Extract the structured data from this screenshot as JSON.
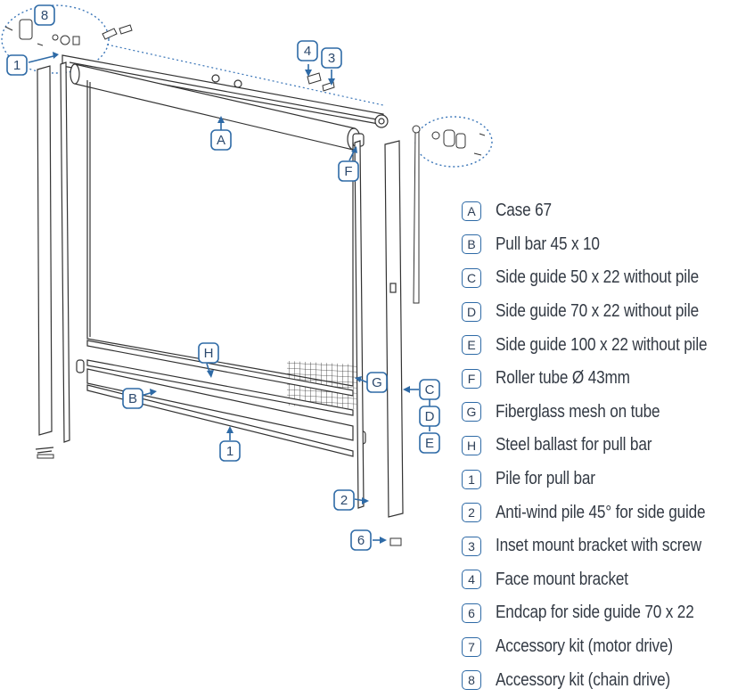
{
  "callouts": {
    "A": "A",
    "B": "B",
    "C": "C",
    "D": "D",
    "E": "E",
    "F": "F",
    "G": "G",
    "H": "H",
    "n1": "1",
    "n2": "2",
    "n3": "3",
    "n4": "4",
    "n6": "6",
    "n8": "8"
  },
  "legend": [
    {
      "key": "A",
      "label": "Case 67"
    },
    {
      "key": "B",
      "label": "Pull bar 45 x 10"
    },
    {
      "key": "C",
      "label": "Side guide 50 x 22 without pile"
    },
    {
      "key": "D",
      "label": "Side guide 70 x 22 without pile"
    },
    {
      "key": "E",
      "label": "Side guide 100 x 22 without pile"
    },
    {
      "key": "F",
      "label": "Roller tube Ø 43mm"
    },
    {
      "key": "G",
      "label": "Fiberglass mesh on tube"
    },
    {
      "key": "H",
      "label": "Steel ballast for pull bar"
    },
    {
      "key": "1",
      "label": "Pile for pull bar"
    },
    {
      "key": "2",
      "label": "Anti-wind pile 45° for side guide"
    },
    {
      "key": "3",
      "label": "Inset mount bracket with screw"
    },
    {
      "key": "4",
      "label": "Face mount bracket"
    },
    {
      "key": "6",
      "label": "Endcap for side guide 70 x 22"
    },
    {
      "key": "7",
      "label": "Accessory kit (motor drive)"
    },
    {
      "key": "8",
      "label": "Accessory kit (chain drive)"
    }
  ],
  "colors": {
    "accent": "#2e6aa6",
    "line": "#3a3a3a",
    "text": "#333a44"
  }
}
